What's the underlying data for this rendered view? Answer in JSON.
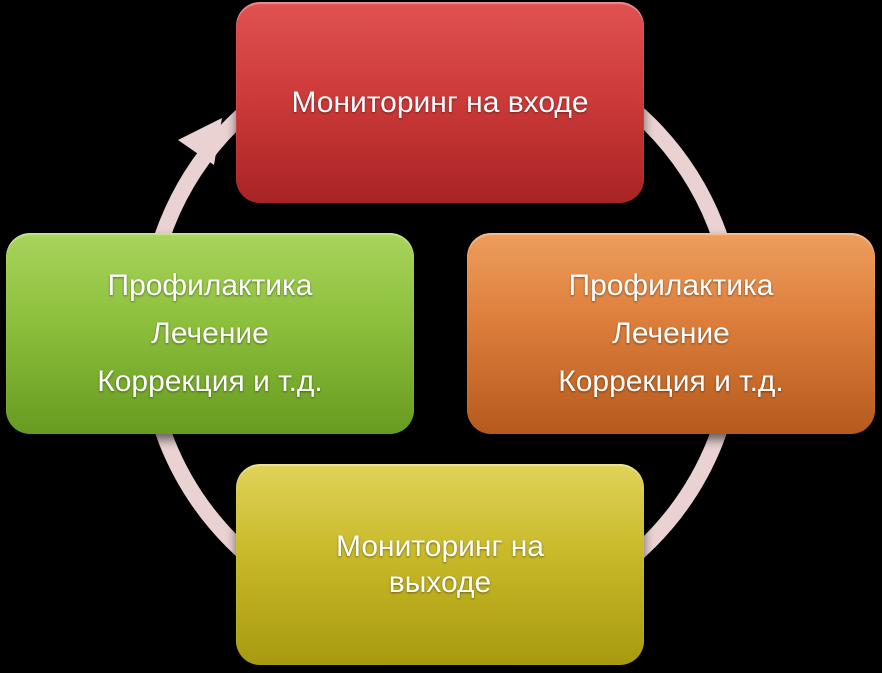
{
  "diagram": {
    "type": "cycle",
    "ring_color": "#ebd2d2",
    "nodes": [
      {
        "id": "top",
        "lines": [
          "Мониторинг на входе"
        ],
        "color": "#d63c3c"
      },
      {
        "id": "right",
        "lines": [
          "Профилактика",
          "Лечение",
          "Коррекция и т.д."
        ],
        "color": "#e07f3c"
      },
      {
        "id": "bottom",
        "lines": [
          "Мониторинг на",
          "выходе"
        ],
        "color": "#cbbb2c"
      },
      {
        "id": "left",
        "lines": [
          "Профилактика",
          "Лечение",
          "Коррекция и т.д."
        ],
        "color": "#8cbf3b"
      }
    ]
  }
}
